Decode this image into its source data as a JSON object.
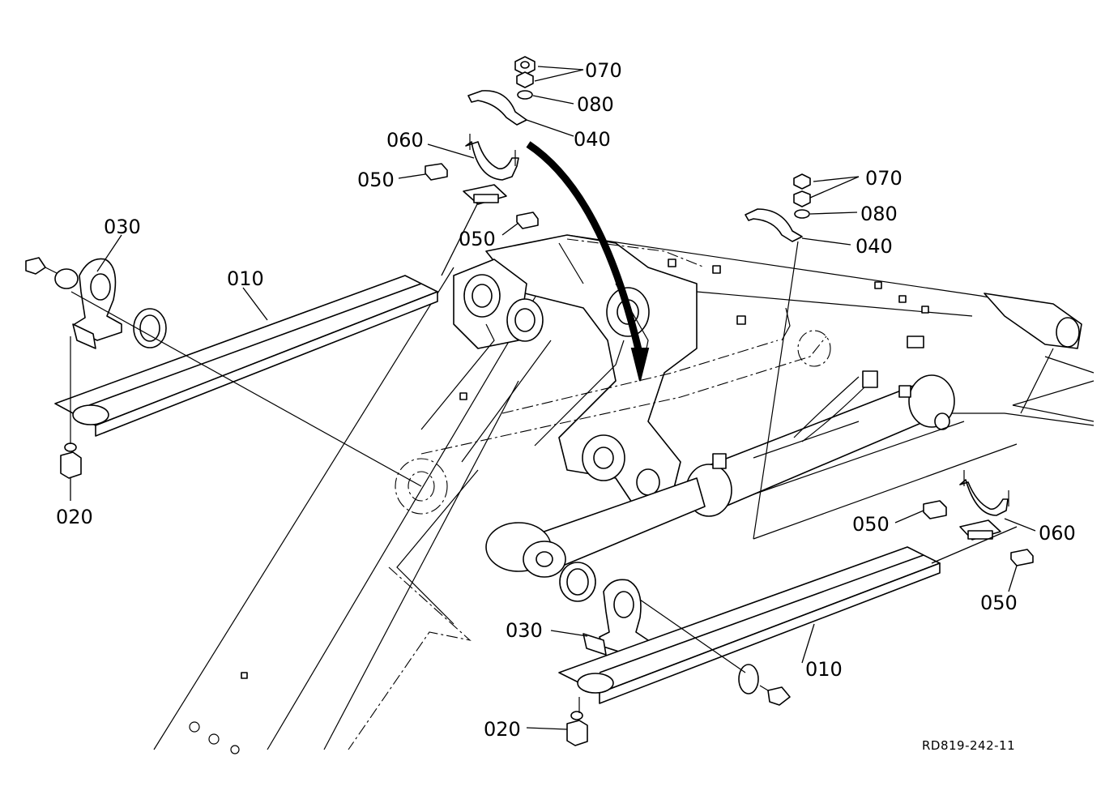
{
  "labels": {
    "p070_top": "070",
    "p080_top": "080",
    "p040_top": "040",
    "p060_top": "060",
    "p050_top_left": "050",
    "p050_top_right": "050",
    "p030_left": "030",
    "p010_left": "010",
    "p020_left": "020",
    "p070_right": "070",
    "p080_right": "080",
    "p040_right": "040",
    "p050_right_left": "050",
    "p060_right": "060",
    "p050_right_bottom": "050",
    "p030_bottom": "030",
    "p010_bottom": "010",
    "p020_bottom": "020"
  },
  "drawing_code": "RD819-242-11"
}
